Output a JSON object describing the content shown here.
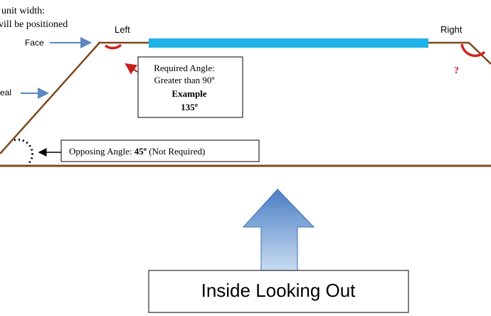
{
  "header_note": {
    "line1": "unit width:",
    "line2": "vill be positioned"
  },
  "labels": {
    "face": "Face",
    "seal": "eal",
    "left": "Left",
    "right": "Right",
    "right_question": "?"
  },
  "required_box": {
    "line1": "Required Angle:",
    "line2": "Greater than 90º",
    "line3": "Example",
    "line4": "135º"
  },
  "opposing_box": {
    "text_prefix": "Opposing Angle: ",
    "value": "45º",
    "text_suffix": " (Not Required)"
  },
  "bottom_box": {
    "text": "Inside Looking Out"
  },
  "colors": {
    "frame_line": "#7b4a1e",
    "unit_bar": "#1fb2e6",
    "angle_arc": "#d42020",
    "pointer_arrow": "#5b86c0",
    "red_arrow": "#c41e1e",
    "big_arrow_top": "#4a7ec4",
    "big_arrow_bottom": "#c9dcf2"
  }
}
